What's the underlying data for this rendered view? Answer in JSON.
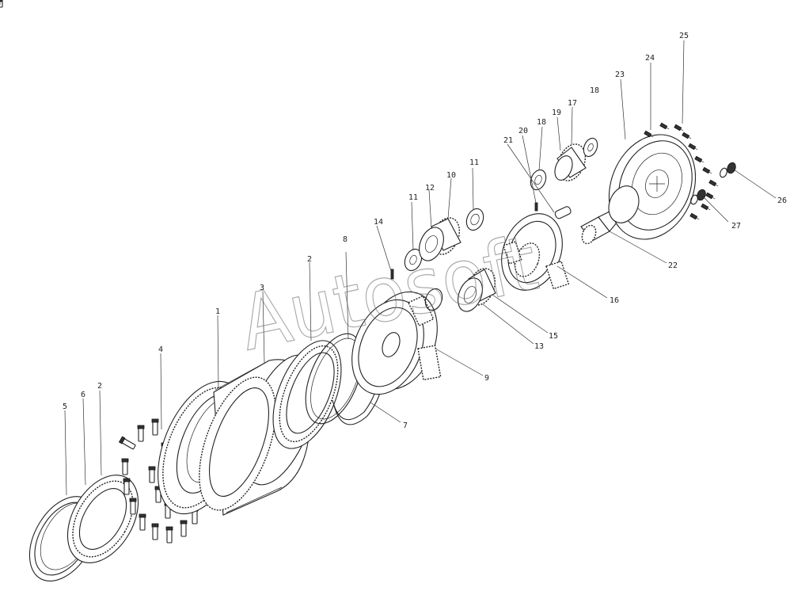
{
  "watermark": "Autosoft",
  "labels": [
    "1",
    "2",
    "2",
    "3",
    "4",
    "5",
    "6",
    "7",
    "8",
    "9",
    "10",
    "11",
    "11",
    "12",
    "13",
    "14",
    "15",
    "16",
    "17",
    "18",
    "18",
    "19",
    "20",
    "21",
    "22",
    "23",
    "24",
    "25",
    "26",
    "27"
  ]
}
